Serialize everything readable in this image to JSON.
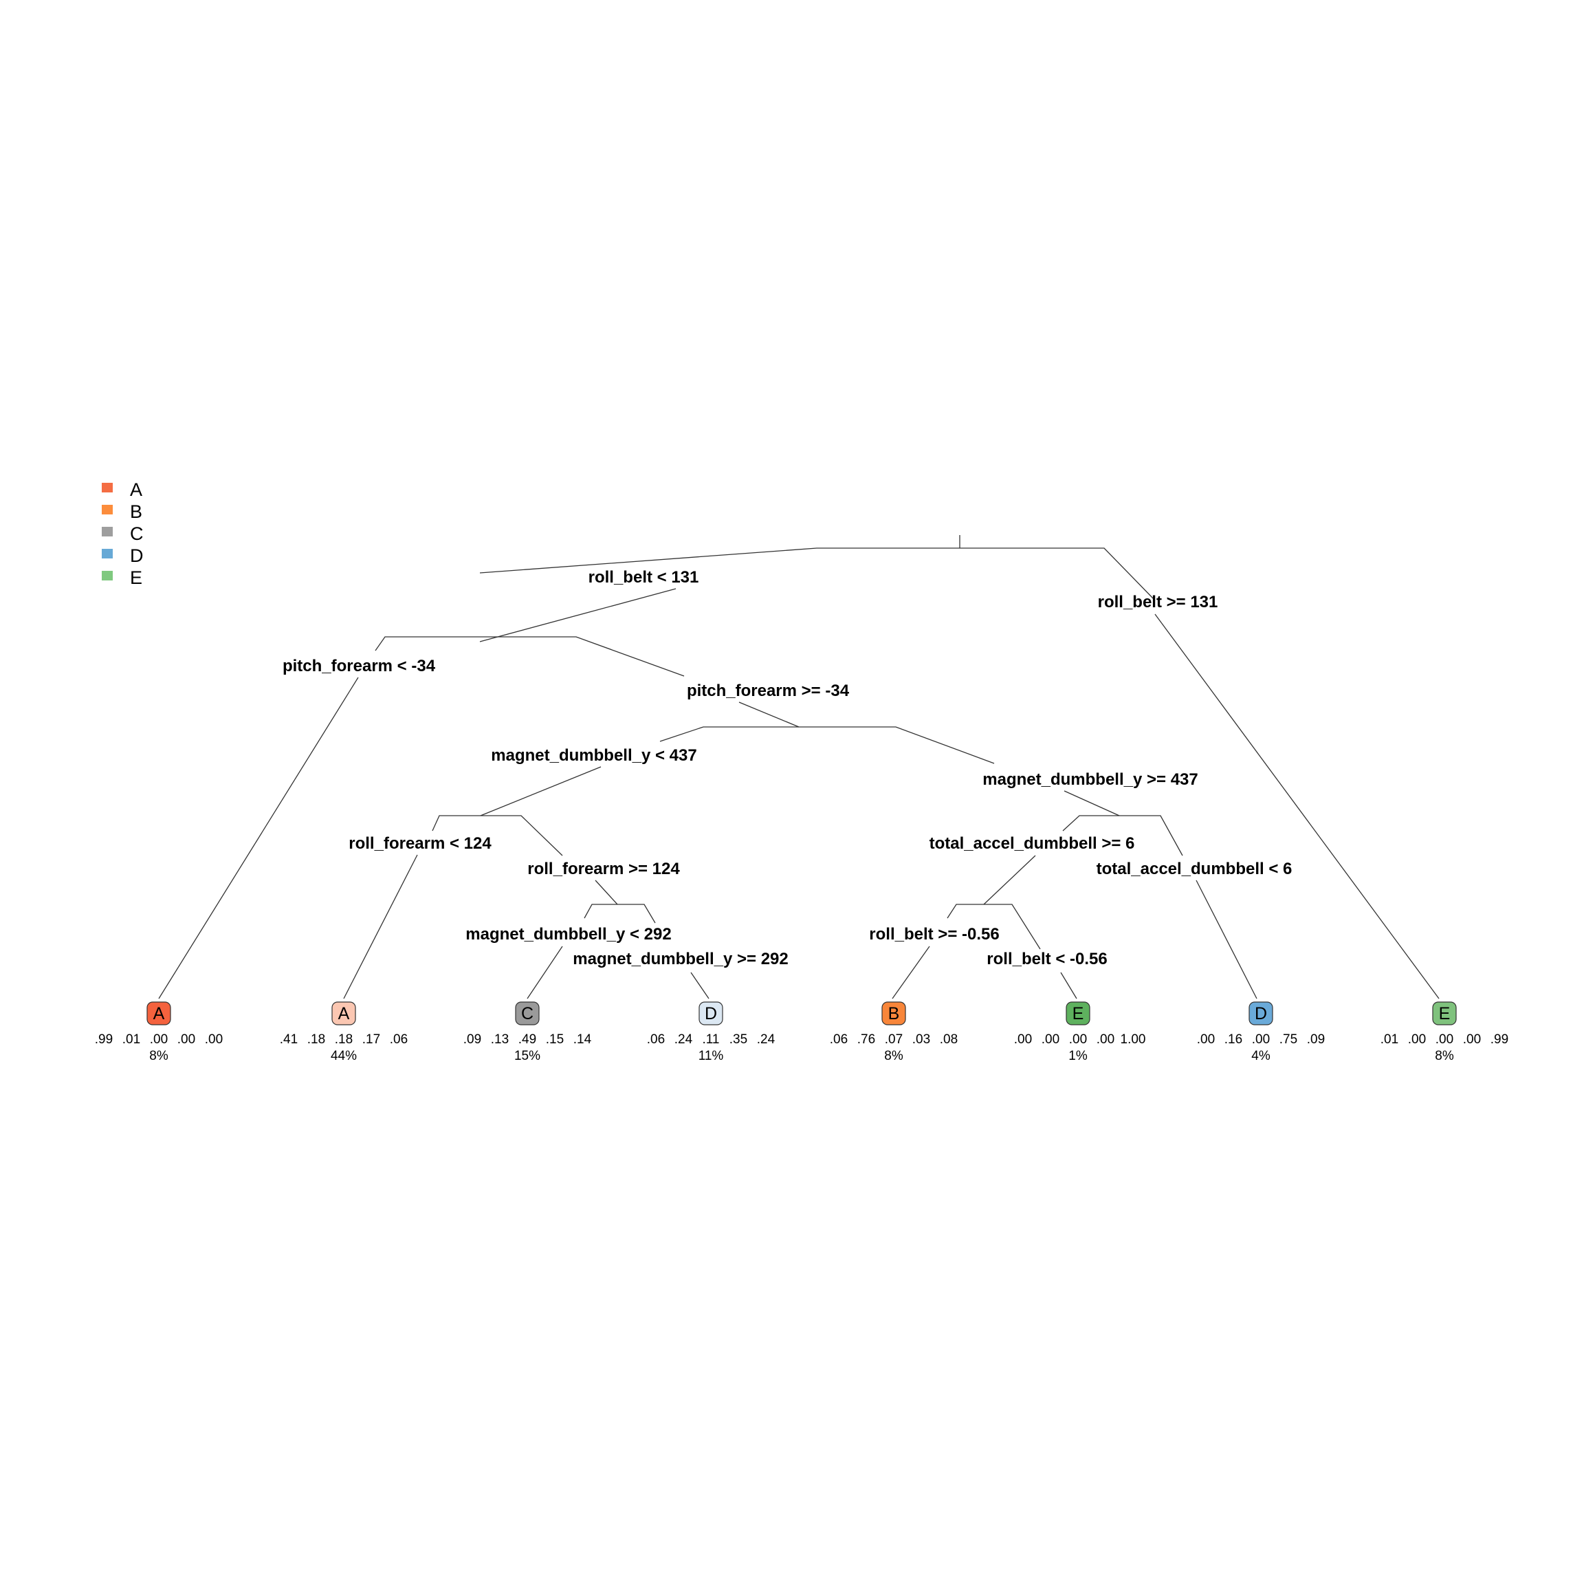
{
  "legend": [
    {
      "label": "A",
      "color": "#F46D43"
    },
    {
      "label": "B",
      "color": "#FC8D3C"
    },
    {
      "label": "C",
      "color": "#9E9E9E"
    },
    {
      "label": "D",
      "color": "#67A9D6"
    },
    {
      "label": "E",
      "color": "#7FC97F"
    }
  ],
  "splits": [
    {
      "id": "s1",
      "left": "roll_belt < 131",
      "right": "roll_belt >= 131"
    },
    {
      "id": "s2",
      "left": "pitch_forearm < -34",
      "right": "pitch_forearm >= -34"
    },
    {
      "id": "s3",
      "left": "magnet_dumbbell_y < 437",
      "right": "magnet_dumbbell_y >= 437"
    },
    {
      "id": "s4",
      "left": "roll_forearm < 124",
      "right": "roll_forearm >= 124"
    },
    {
      "id": "s5",
      "left": "magnet_dumbbell_y < 292",
      "right": "magnet_dumbbell_y >= 292"
    },
    {
      "id": "s6",
      "left": "total_accel_dumbbell >= 6",
      "right": "total_accel_dumbbell < 6"
    },
    {
      "id": "s7",
      "left": "roll_belt >= -0.56",
      "right": "roll_belt < -0.56"
    }
  ],
  "leaves": [
    {
      "class": "A",
      "probs": [
        ".99",
        ".01",
        ".00",
        ".00",
        ".00"
      ],
      "pct": "8%",
      "fill": "#F4623E"
    },
    {
      "class": "A",
      "probs": [
        ".41",
        ".18",
        ".18",
        ".17",
        ".06"
      ],
      "pct": "44%",
      "fill": "#FBC7B2"
    },
    {
      "class": "C",
      "probs": [
        ".09",
        ".13",
        ".49",
        ".15",
        ".14"
      ],
      "pct": "15%",
      "fill": "#9A9A9A"
    },
    {
      "class": "D",
      "probs": [
        ".06",
        ".24",
        ".11",
        ".35",
        ".24"
      ],
      "pct": "11%",
      "fill": "#DCE8F3"
    },
    {
      "class": "B",
      "probs": [
        ".06",
        ".76",
        ".07",
        ".03",
        ".08"
      ],
      "pct": "8%",
      "fill": "#F8863A"
    },
    {
      "class": "E",
      "probs": [
        ".00",
        ".00",
        ".00",
        ".00",
        "1.00"
      ],
      "pct": "1%",
      "fill": "#5EB15E"
    },
    {
      "class": "D",
      "probs": [
        ".00",
        ".16",
        ".00",
        ".75",
        ".09"
      ],
      "pct": "4%",
      "fill": "#6AAAD9"
    },
    {
      "class": "E",
      "probs": [
        ".01",
        ".00",
        ".00",
        ".00",
        ".99"
      ],
      "pct": "8%",
      "fill": "#7FC27D"
    }
  ]
}
